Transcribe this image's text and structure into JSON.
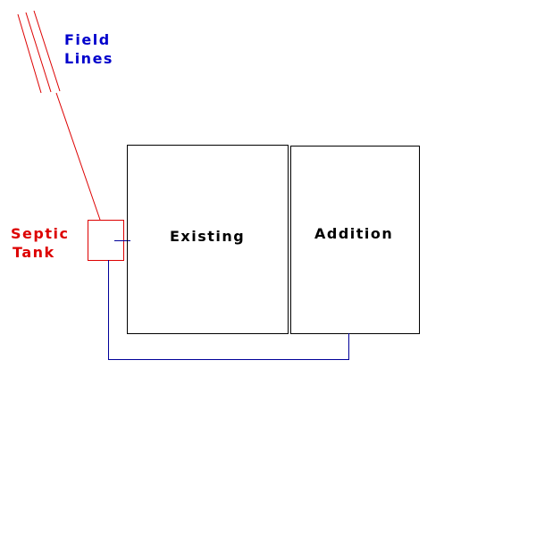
{
  "labels": {
    "field_lines": {
      "line1": "Field",
      "line2": "Lines"
    },
    "septic_tank": {
      "line1": "Septic",
      "line2": "Tank"
    },
    "existing": "Existing",
    "addition": "Addition"
  },
  "colors": {
    "field_lines": "#0000cc",
    "septic": "#dd0000",
    "pipe": "#000099",
    "structure": "#000000"
  }
}
